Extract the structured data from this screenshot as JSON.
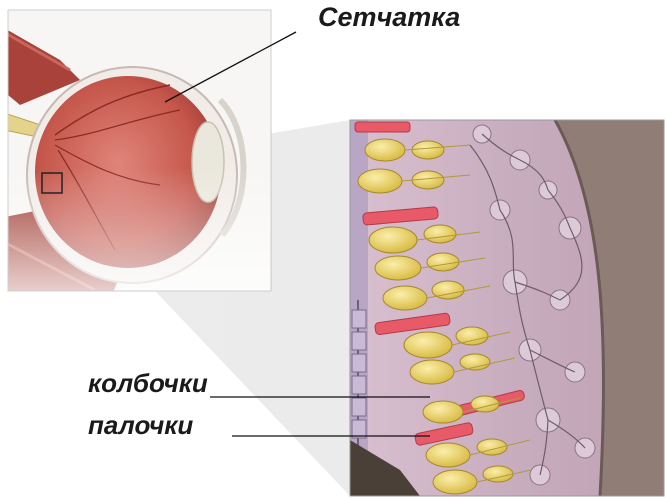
{
  "labels": {
    "retina": "Сетчатка",
    "cones": "колбочки",
    "rods": "палочки"
  },
  "colors": {
    "sclera": "#f0ece8",
    "eye_inner": "#c9554a",
    "lens": "#e8e6dc",
    "muscle": "#a8423a",
    "nerve": "#e2d488",
    "cone": "#e6cf5c",
    "rod": "#e85a68",
    "tissue": "#cdb4c6",
    "membrane": "#9c8a82"
  },
  "icons": {
    "eye_illustration": "eye-cross-section",
    "zoom_box": "magnification-square",
    "retina_detail": "retina-cell-layers"
  }
}
